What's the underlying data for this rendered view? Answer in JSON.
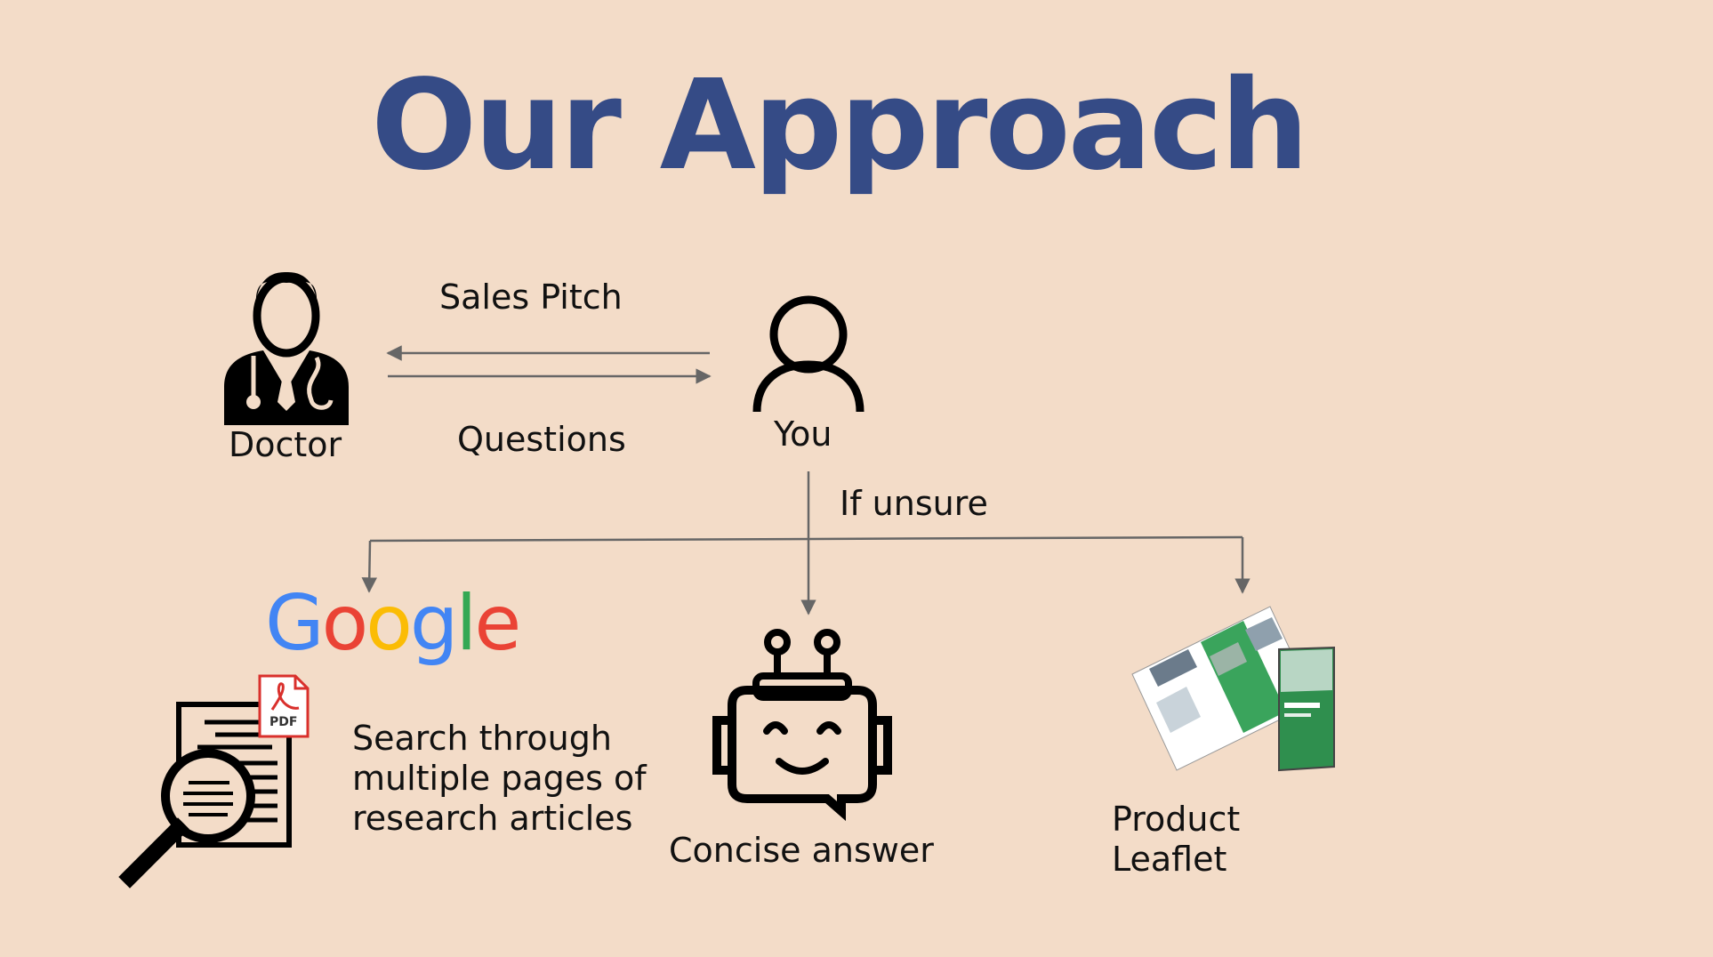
{
  "title": "Our Approach",
  "actors": {
    "doctor": "Doctor",
    "you": "You"
  },
  "edges": {
    "sales_pitch": "Sales Pitch",
    "questions": "Questions",
    "if_unsure": "If unsure"
  },
  "options": {
    "google": {
      "logo": [
        "G",
        "o",
        "o",
        "g",
        "l",
        "e"
      ],
      "pdf_badge": "PDF",
      "lines": [
        "Search through",
        "multiple pages of",
        "research articles"
      ]
    },
    "bot": {
      "label": "Concise answer"
    },
    "leaflet": {
      "lines": [
        "Product",
        "Leaflet"
      ]
    }
  },
  "colors": {
    "background": "#f3dcc8",
    "title": "#354b86",
    "arrow": "#666666",
    "google_blue": "#4285f4",
    "google_red": "#ea4335",
    "google_yellow": "#fbbc05",
    "google_green": "#34a853",
    "leaflet_green": "#3aa45c"
  }
}
